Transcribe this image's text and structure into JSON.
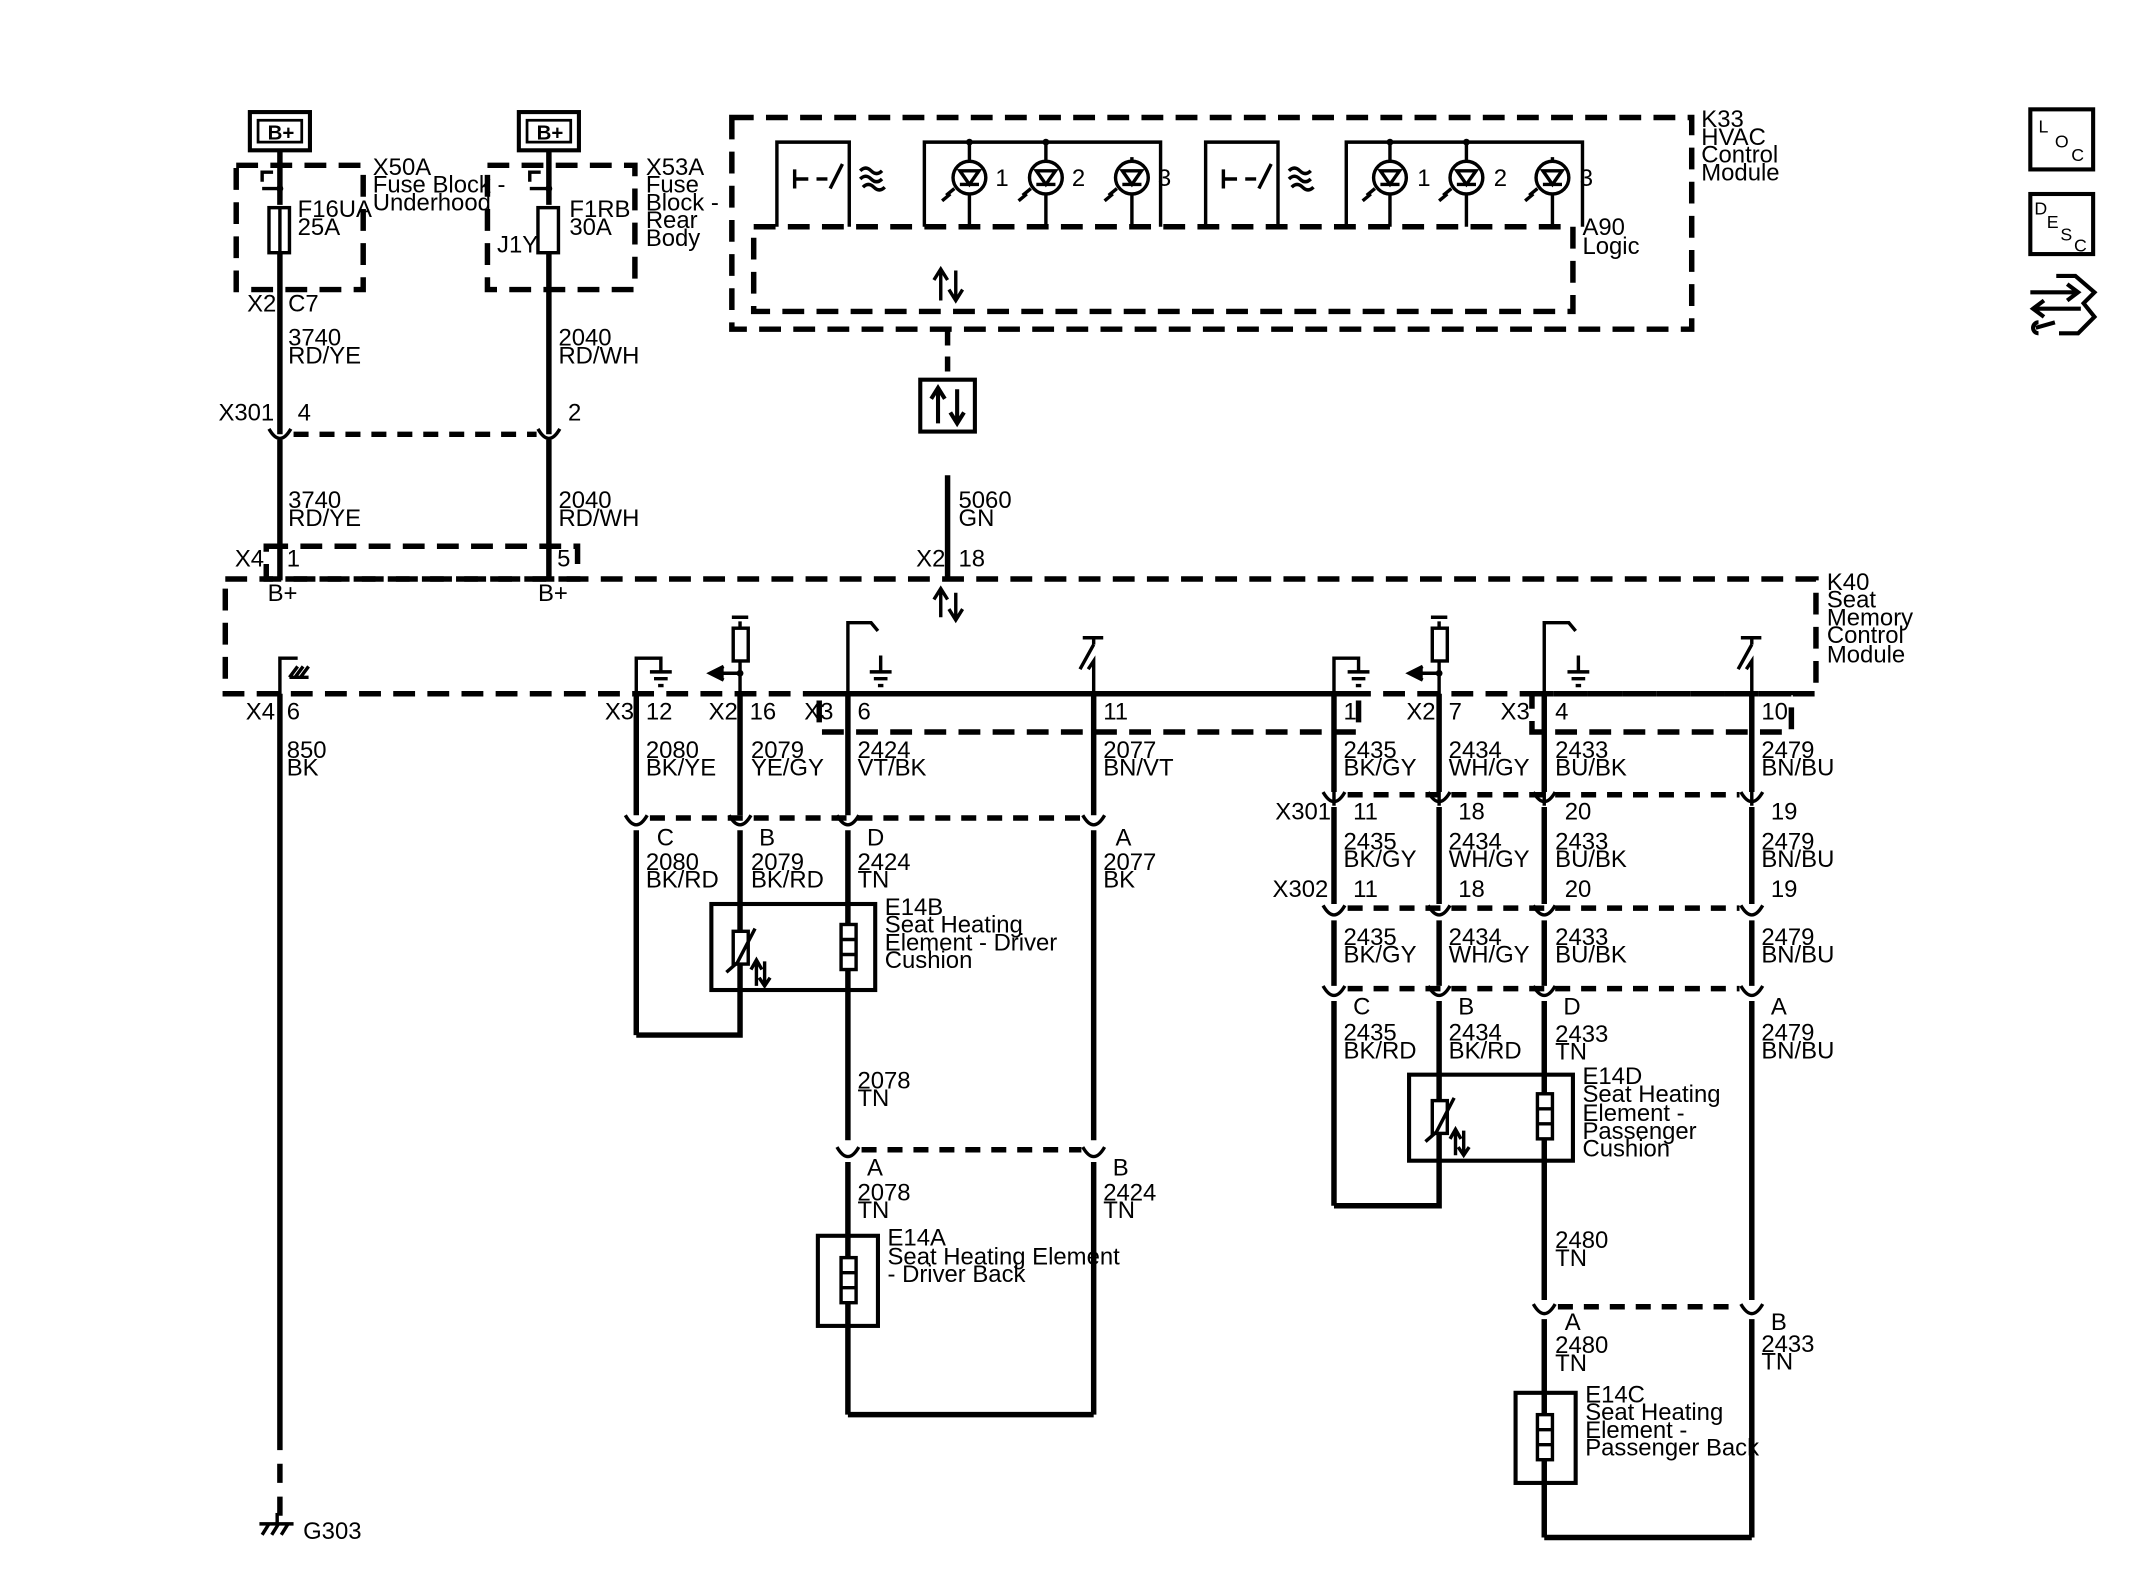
{
  "b_plus": "B+",
  "fuse_1": {
    "block": [
      "X50A",
      "Fuse Block -",
      "Underhood"
    ],
    "fuse": [
      "F16UA",
      "25A"
    ],
    "pin": [
      "X2",
      "C7"
    ],
    "wire_upper": [
      "3740",
      "RD/YE"
    ],
    "x301_pin": "4",
    "wire_lower": [
      "3740",
      "RD/YE"
    ]
  },
  "fuse_2": {
    "block": [
      "X53A",
      "Fuse",
      "Block -",
      "Rear",
      "Body"
    ],
    "fuse": [
      "F1RB",
      "30A"
    ],
    "splice": "J1Y",
    "wire_upper": [
      "2040",
      "RD/WH"
    ],
    "x301_pin": "2",
    "wire_lower": [
      "2040",
      "RD/WH"
    ]
  },
  "x301": "X301",
  "x302": "X302",
  "hvac": {
    "module": [
      "K33",
      "HVAC",
      "Control",
      "Module"
    ],
    "logic": [
      "A90",
      "Logic"
    ],
    "led_numbers": [
      "1",
      "2",
      "3"
    ],
    "wire": [
      "5060",
      "GN"
    ],
    "pin": [
      "X2",
      "18"
    ]
  },
  "seat_module": {
    "module": [
      "K40",
      "Seat",
      "Memory",
      "Control",
      "Module"
    ],
    "x4_pins": [
      "X4",
      "1",
      "5"
    ],
    "b_plus_labels": [
      "B+",
      "B+"
    ],
    "ground_pin": [
      "X4",
      "6"
    ],
    "ground_wire": [
      "850",
      "BK"
    ],
    "ground": "G303"
  },
  "driver": {
    "pins": [
      [
        "X3",
        "12"
      ],
      [
        "X2",
        "16"
      ],
      [
        "X3",
        "6"
      ],
      [
        "",
        "11"
      ]
    ],
    "wires_upper": [
      [
        "2080",
        "BK/YE"
      ],
      [
        "2079",
        "YE/GY"
      ],
      [
        "2424",
        "VT/BK"
      ],
      [
        "2077",
        "BN/VT"
      ]
    ],
    "conn_letters": [
      "C",
      "B",
      "D",
      "A"
    ],
    "wires_lower": [
      [
        "2080",
        "BK/RD"
      ],
      [
        "2079",
        "BK/RD"
      ],
      [
        "2424",
        "TN"
      ],
      [
        "2077",
        "BK"
      ]
    ],
    "cushion": [
      "E14B",
      "Seat Heating",
      "Element - Driver",
      "Cushion"
    ],
    "mid_wire": [
      "2078",
      "TN"
    ],
    "back_conn_letters": [
      "A",
      "B"
    ],
    "back_wires": [
      [
        "2078",
        "TN"
      ],
      [
        "2424",
        "TN"
      ]
    ],
    "back": [
      "E14A",
      "Seat Heating Element",
      "- Driver Back"
    ]
  },
  "passenger": {
    "pins": [
      [
        "",
        "1"
      ],
      [
        "X2",
        "7"
      ],
      [
        "X3",
        "4"
      ],
      [
        "",
        "10"
      ]
    ],
    "wires_upper": [
      [
        "2435",
        "BK/GY"
      ],
      [
        "2434",
        "WH/GY"
      ],
      [
        "2433",
        "BU/BK"
      ],
      [
        "2479",
        "BN/BU"
      ]
    ],
    "x301_pins": [
      "11",
      "18",
      "20",
      "19"
    ],
    "wires_mid": [
      [
        "2435",
        "BK/GY"
      ],
      [
        "2434",
        "WH/GY"
      ],
      [
        "2433",
        "BU/BK"
      ],
      [
        "2479",
        "BN/BU"
      ]
    ],
    "x302_pins": [
      "11",
      "18",
      "20",
      "19"
    ],
    "wires_mid2": [
      [
        "2435",
        "BK/GY"
      ],
      [
        "2434",
        "WH/GY"
      ],
      [
        "2433",
        "BU/BK"
      ],
      [
        "2479",
        "BN/BU"
      ]
    ],
    "conn_letters": [
      "C",
      "B",
      "D",
      "A"
    ],
    "wires_lower": [
      [
        "2435",
        "BK/RD"
      ],
      [
        "2434",
        "BK/RD"
      ],
      [
        "2433",
        "TN"
      ],
      [
        "2479",
        "BN/BU"
      ]
    ],
    "cushion": [
      "E14D",
      "Seat Heating",
      "Element -",
      "Passenger",
      "Cushion"
    ],
    "mid_wire": [
      "2480",
      "TN"
    ],
    "back_conn_letters": [
      "A",
      "B"
    ],
    "back_wires": [
      [
        "2480",
        "TN"
      ],
      [
        "2433",
        "TN"
      ]
    ],
    "back": [
      "E14C",
      "Seat Heating",
      "Element -",
      "Passenger Back"
    ]
  },
  "side_icons": {
    "loc": [
      "L",
      "O",
      "C"
    ],
    "desc": [
      "D",
      "E",
      "S",
      "C"
    ]
  }
}
